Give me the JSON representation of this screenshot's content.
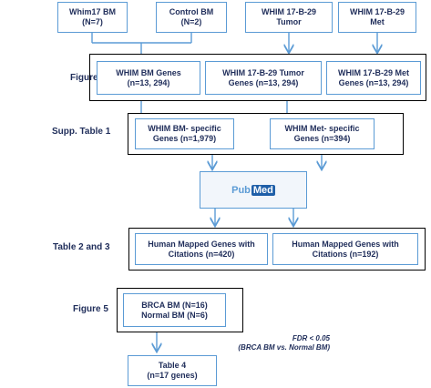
{
  "row_labels": {
    "figure4": "Figure 4",
    "supp_table1": "Supp. Table 1",
    "table2_3": "Table 2 and 3",
    "figure5": "Figure 5"
  },
  "boxes": {
    "whim17_bm": "Whim17 BM\n(N=7)",
    "control_bm": "Control BM\n(N=2)",
    "whim_tumor": "WHIM 17-B-29\nTumor",
    "whim_met": "WHIM 17-B-29\nMet",
    "whim_bm_genes": "WHIM BM Genes\n(n=13, 294)",
    "whim_tumor_genes": "WHIM 17-B-29 Tumor\nGenes (n=13, 294)",
    "whim_met_genes": "WHIM 17-B-29 Met\nGenes (n=13, 294)",
    "whim_bm_specific": "WHIM BM- specific\nGenes (n=1,979)",
    "whim_met_specific": "WHIM Met- specific\nGenes (n=394)",
    "human_mapped_420": "Human Mapped Genes with\nCitations (n=420)",
    "human_mapped_192": "Human Mapped Genes with\nCitations (n=192)",
    "brca_normal": "BRCA BM (N=16)\nNormal BM (N=6)",
    "table4": "Table 4\n(n=17 genes)"
  },
  "pubmed": {
    "pub": "Pub",
    "med": "Med"
  },
  "fdr_note": "FDR < 0.05\n(BRCA BM vs. Normal BM)",
  "colors": {
    "accent": "#5b9bd5",
    "text": "#1f2d5a",
    "border": "#000000"
  }
}
